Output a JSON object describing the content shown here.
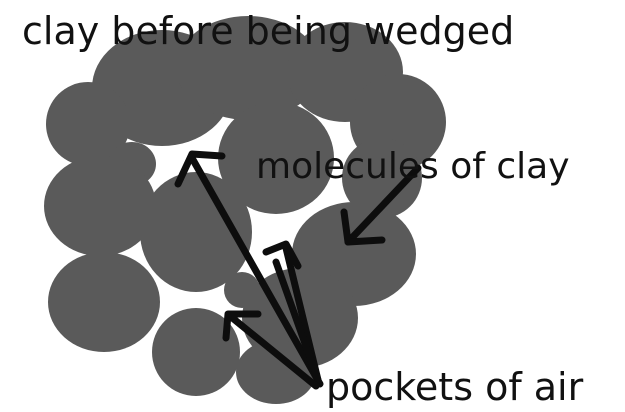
{
  "diagram": {
    "title": "clay before being wedged",
    "labels": {
      "molecules": "molecules of clay",
      "air": "pockets of air"
    },
    "colors": {
      "clay": "#5a5a5a",
      "ink": "#0d0d0d",
      "background": "#ffffff"
    }
  }
}
